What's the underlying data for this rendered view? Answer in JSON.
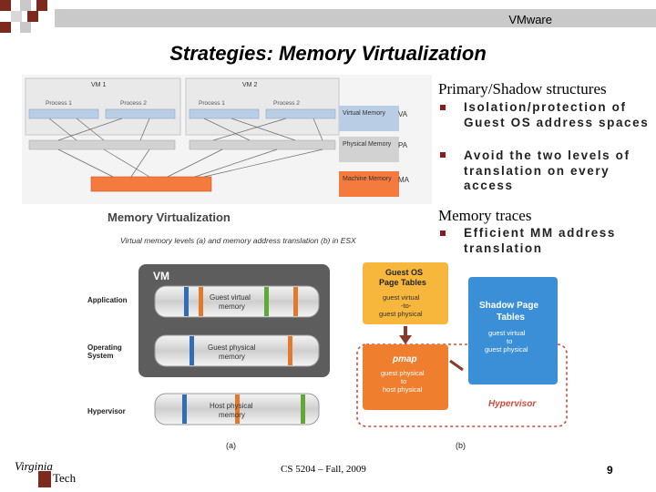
{
  "header": {
    "brand": "VMware"
  },
  "slide": {
    "title": "Strategies: Memory Virtualization"
  },
  "right_panel": {
    "section1": {
      "heading": "Primary/Shadow structures",
      "bullets": [
        "Isolation/protection of Guest OS address spaces",
        "Avoid the two levels of translation on every access"
      ]
    },
    "section2": {
      "heading": "Memory traces",
      "bullets": [
        "Efficient MM address translation"
      ]
    }
  },
  "diagram_top": {
    "vm1_label": "VM 1",
    "vm2_label": "VM 2",
    "process_labels": [
      "Process 1",
      "Process 2",
      "Process 1",
      "Process 2"
    ],
    "legend": [
      {
        "name": "Virtual Memory",
        "abbr": "VA",
        "color": "#b9cde4"
      },
      {
        "name": "Physical Memory",
        "abbr": "PA",
        "color": "#d2d2d2"
      },
      {
        "name": "Machine Memory",
        "abbr": "MA",
        "color": "#f47a3e"
      }
    ]
  },
  "diagram_caption": {
    "title": "Memory Virtualization",
    "subtitle": "Virtual memory levels (a) and memory address translation (b) in ESX"
  },
  "diagram_bottom": {
    "vm_label": "VM",
    "rows": [
      {
        "label": "Application",
        "bar": "Guest virtual memory"
      },
      {
        "label": "Operating System",
        "bar": "Guest physical memory"
      },
      {
        "label": "Hypervisor",
        "bar": "Host physical memory"
      }
    ],
    "guest_pt": {
      "title": "Guest OS Page Tables",
      "desc": "guest virtual -to- guest physical"
    },
    "pmap": {
      "title": "pmap",
      "desc": "guest physical to host physical"
    },
    "shadow": {
      "title": "Shadow Page Tables",
      "desc": "guest virtual to guest physical"
    },
    "hypervisor_label": "Hypervisor",
    "label_a": "(a)",
    "label_b": "(b)"
  },
  "footer": {
    "logo_line1": "Virginia",
    "logo_line2": "Tech",
    "course": "CS 5204 – Fall, 2009",
    "page": "9"
  }
}
